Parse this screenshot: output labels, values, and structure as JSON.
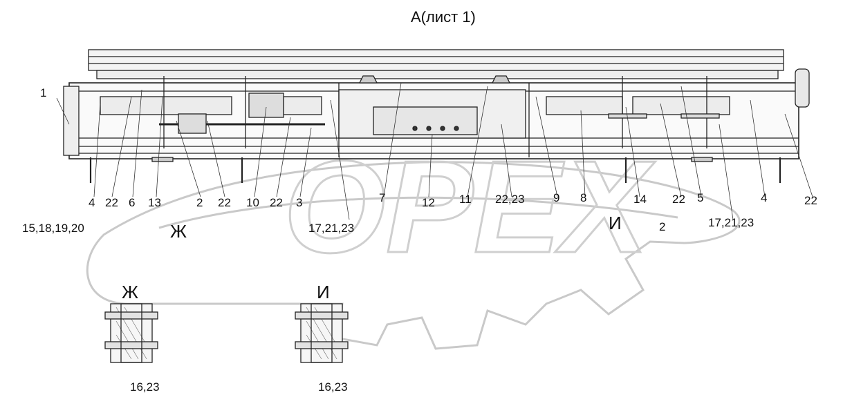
{
  "title": "А(лист 1)",
  "watermark": "OPEX",
  "callouts": {
    "c1": "1",
    "c4a": "4",
    "c22a": "22",
    "c6": "6",
    "c13": "13",
    "c2a": "2",
    "c22b": "22",
    "c10": "10",
    "c22c": "22",
    "c3": "3",
    "c7": "7",
    "c12": "12",
    "c11": "11",
    "c2223": "22,23",
    "c9": "9",
    "c8": "8",
    "c14": "14",
    "c22d": "22",
    "c5": "5",
    "c4b": "4",
    "c22e": "22",
    "c15181920": "15,18,19,20",
    "c172123a": "17,21,23",
    "c2b": "2",
    "c172123b": "17,21,23"
  },
  "view_marks": {
    "zh": "Ж",
    "i": "И"
  },
  "detail_views": {
    "zh": {
      "title": "Ж",
      "callout": "16,23"
    },
    "i": {
      "title": "И",
      "callout": "16,23"
    }
  }
}
